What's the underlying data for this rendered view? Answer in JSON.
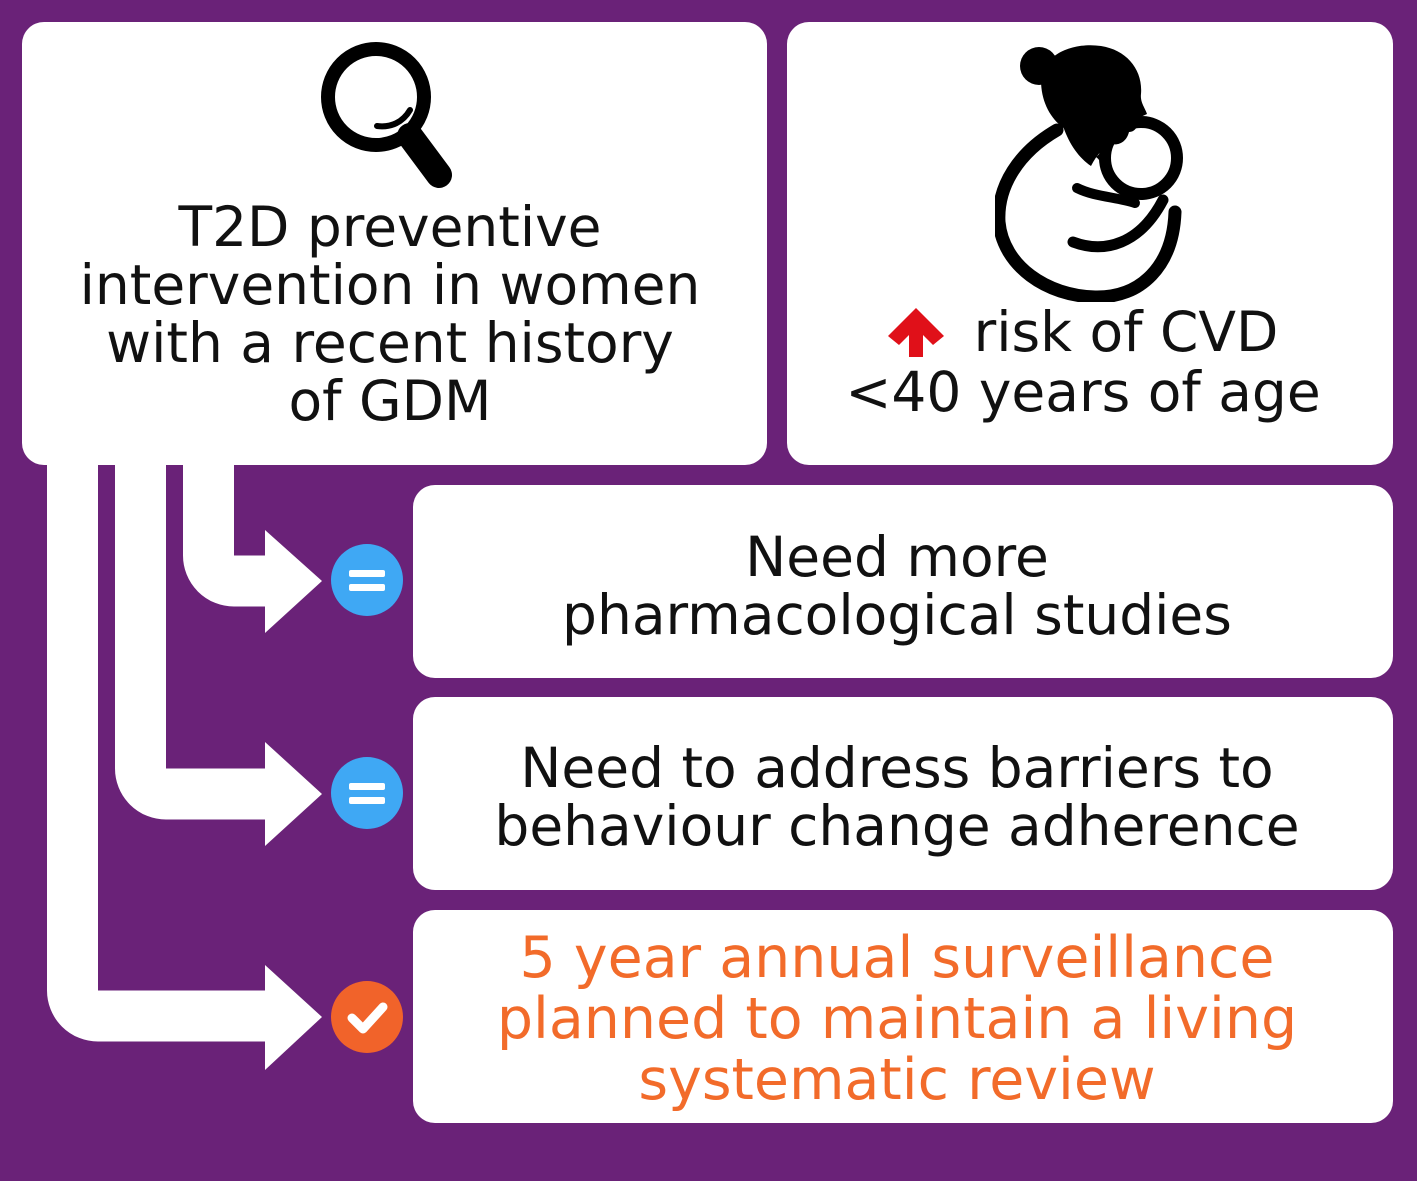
{
  "colors": {
    "background": "#6a2278",
    "panel": "#ffffff",
    "text": "#111111",
    "highlight_text": "#f26b2a",
    "equal_badge": "#3fa8f4",
    "check_badge": "#f1632a",
    "risk_arrow": "#e01019"
  },
  "intervention_box": {
    "icon": "magnifying-glass-icon",
    "lines": [
      "T2D preventive",
      "intervention in women",
      "with a recent history",
      "of GDM"
    ]
  },
  "risk_box": {
    "icon": "mother-holding-baby-icon",
    "arrow_icon": "up-arrow-icon",
    "lines": [
      "risk of CVD",
      "<40 years of age"
    ]
  },
  "outcomes": [
    {
      "badge": "equals-icon",
      "lines": [
        "Need more",
        "pharmacological studies"
      ]
    },
    {
      "badge": "equals-icon",
      "lines": [
        "Need to address barriers to",
        "behaviour change adherence"
      ]
    },
    {
      "badge": "checkmark-icon",
      "lines": [
        "5 year annual surveillance",
        "planned to maintain a living",
        "systematic review"
      ]
    }
  ]
}
